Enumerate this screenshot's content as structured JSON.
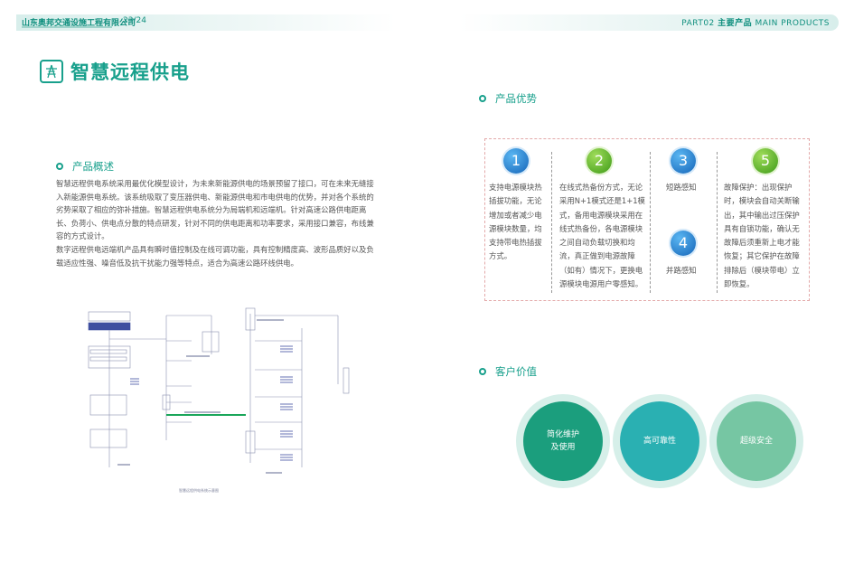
{
  "header": {
    "company": "山东奥邦交通设施工程有限公司",
    "page": "23/24",
    "part_prefix": "PART02",
    "part_cn": "主要产品",
    "part_en": "MAIN PRODUCTS"
  },
  "title": "智慧远程供电",
  "overview": {
    "heading": "产品概述",
    "paragraphs": [
      "智慧远程供电系统采用最优化模型设计，为未来新能源供电的场景预留了接口，可在未来无缝接入新能源供电系统。该系统吸取了变压器供电、新能源供电和市电供电的优势，并对各个系统的劣势采取了相应的弥补措施。智慧远程供电系统分为局端机和远端机。针对高速公路供电距离长、负荷小、供电点分散的特点研发，针对不同的供电距离和功率要求，采用接口兼容，布线兼容的方式设计。",
      "数字远程供电远端机产品具有瞬时值控制及在线可调功能，具有控制精度高、波形品质好以及负载适应性强、噪音低及抗干扰能力强等特点，适合为高速公路环线供电。"
    ]
  },
  "diagram": {
    "caption": "智慧远程供电系统示意图"
  },
  "advantages": {
    "heading": "产品优势",
    "items": [
      {
        "num": "1",
        "text": "支持电源模块热插拔功能，无论增加或者减少电源模块数量，均支持带电热插拔方式。"
      },
      {
        "num": "2",
        "text": "在线式热备份方式，无论采用N+1模式还是1+1模式，备用电源模块采用在线式热备份，各电源模块之间自动负载切换和均流，真正做到电源故障（如有）情况下，更换电源模块电源用户零感知。"
      },
      {
        "num": "3",
        "text": "短路感知"
      },
      {
        "num": "4",
        "text": "并路感知"
      },
      {
        "num": "5",
        "text": "故障保护：出现保护时，模块会自动关断输出，其中输出过压保护具有自锁功能，确认无故障后须重新上电才能恢复；其它保护在故障排除后（模块带电）立即恢复。"
      }
    ]
  },
  "value": {
    "heading": "客户价值",
    "items": [
      {
        "label": "简化维护\n及使用",
        "color": "#1b9e7d"
      },
      {
        "label": "高可靠性",
        "color": "#2ab0b2"
      },
      {
        "label": "超级安全",
        "color": "#76c6a3"
      }
    ]
  }
}
